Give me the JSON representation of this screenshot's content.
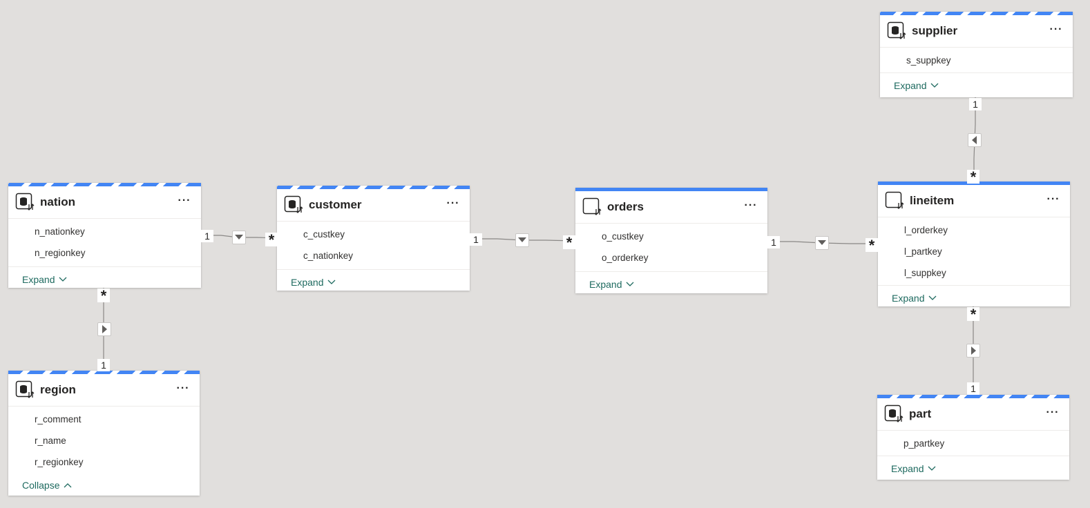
{
  "tables": {
    "nation": {
      "name": "nation",
      "fields": [
        "n_nationkey",
        "n_regionkey"
      ],
      "footer": "Expand",
      "stripe": "dashed"
    },
    "customer": {
      "name": "customer",
      "fields": [
        "c_custkey",
        "c_nationkey"
      ],
      "footer": "Expand",
      "stripe": "dashed"
    },
    "orders": {
      "name": "orders",
      "fields": [
        "o_custkey",
        "o_orderkey"
      ],
      "footer": "Expand",
      "stripe": "solid"
    },
    "lineitem": {
      "name": "lineitem",
      "fields": [
        "l_orderkey",
        "l_partkey",
        "l_suppkey"
      ],
      "footer": "Expand",
      "stripe": "solid"
    },
    "supplier": {
      "name": "supplier",
      "fields": [
        "s_suppkey"
      ],
      "footer": "Expand",
      "stripe": "dashed"
    },
    "region": {
      "name": "region",
      "fields": [
        "r_comment",
        "r_name",
        "r_regionkey"
      ],
      "footer": "Collapse",
      "stripe": "dashed"
    },
    "part": {
      "name": "part",
      "fields": [
        "p_partkey"
      ],
      "footer": "Expand",
      "stripe": "dashed"
    }
  },
  "more_icon": "ellipsis-icon",
  "relationships": [
    {
      "from": "nation",
      "to": "customer",
      "one": "1",
      "many": "*",
      "direction": "down"
    },
    {
      "from": "customer",
      "to": "orders",
      "one": "1",
      "many": "*",
      "direction": "down"
    },
    {
      "from": "orders",
      "to": "lineitem",
      "one": "1",
      "many": "*",
      "direction": "down"
    },
    {
      "from": "supplier",
      "to": "lineitem",
      "one": "1",
      "many": "*",
      "direction": "left"
    },
    {
      "from": "region",
      "to": "nation",
      "one": "1",
      "many": "*",
      "direction": "right"
    },
    {
      "from": "part",
      "to": "lineitem",
      "one": "1",
      "many": "*",
      "direction": "right"
    }
  ],
  "colors": {
    "canvas": "#e1dfdd",
    "accent": "#4285f4",
    "link": "#1e6a5f"
  }
}
